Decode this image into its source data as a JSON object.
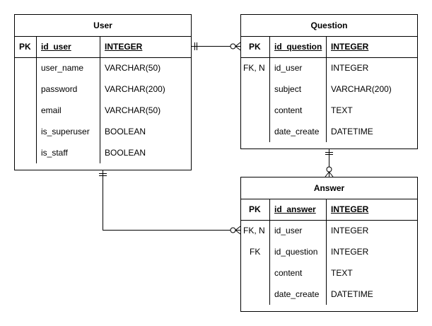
{
  "entities": {
    "user": {
      "title": "User",
      "pk": {
        "key": "PK",
        "name": "id_user",
        "type": "INTEGER"
      },
      "rows": [
        {
          "key": "",
          "name": "user_name",
          "type": "VARCHAR(50)"
        },
        {
          "key": "",
          "name": "password",
          "type": "VARCHAR(200)"
        },
        {
          "key": "",
          "name": "email",
          "type": "VARCHAR(50)"
        },
        {
          "key": "",
          "name": "is_superuser",
          "type": "BOOLEAN"
        },
        {
          "key": "",
          "name": "is_staff",
          "type": "BOOLEAN"
        }
      ]
    },
    "question": {
      "title": "Question",
      "pk": {
        "key": "PK",
        "name": "id_question",
        "type": "INTEGER"
      },
      "rows": [
        {
          "key": "FK, N",
          "name": "id_user",
          "type": "INTEGER"
        },
        {
          "key": "",
          "name": "subject",
          "type": "VARCHAR(200)"
        },
        {
          "key": "",
          "name": "content",
          "type": "TEXT"
        },
        {
          "key": "",
          "name": "date_create",
          "type": "DATETIME"
        }
      ]
    },
    "answer": {
      "title": "Answer",
      "pk": {
        "key": "PK",
        "name": "id_answer",
        "type": "INTEGER"
      },
      "rows": [
        {
          "key": "FK, N",
          "name": "id_user",
          "type": "INTEGER"
        },
        {
          "key": "FK",
          "name": "id_question",
          "type": "INTEGER"
        },
        {
          "key": "",
          "name": "content",
          "type": "TEXT"
        },
        {
          "key": "",
          "name": "date_create",
          "type": "DATETIME"
        }
      ]
    }
  },
  "relationships": [
    {
      "from": "user",
      "to": "question",
      "from_end": "one-and-only-one",
      "to_end": "zero-or-many"
    },
    {
      "from": "question",
      "to": "answer",
      "from_end": "one-and-only-one",
      "to_end": "zero-or-many"
    },
    {
      "from": "user",
      "to": "answer",
      "from_end": "one-and-only-one",
      "to_end": "zero-or-many"
    }
  ]
}
